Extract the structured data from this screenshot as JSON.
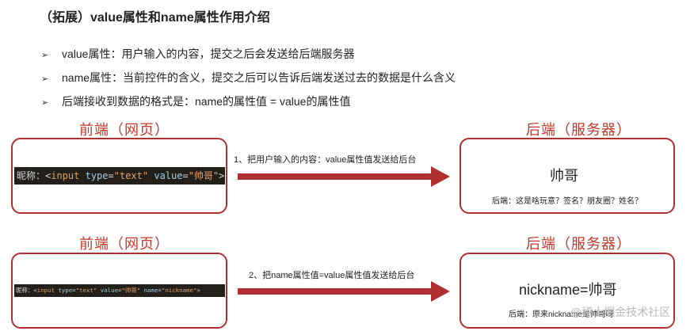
{
  "title": "（拓展）value属性和name属性作用介绍",
  "bullet_marker": "➢",
  "bullets": [
    "value属性：用户输入的内容，提交之后会发送给后端服务器",
    "name属性：当前控件的含义，提交之后可以告诉后端发送过去的数据是什么含义",
    "后端接收到数据的格式是：name的属性值 = value的属性值"
  ],
  "section1": {
    "frontend_heading": "前端（网页）",
    "backend_heading": "后端（服务器）",
    "code": {
      "label": "昵称：",
      "open": "<",
      "tag": "input",
      "attr1": "type",
      "val1": "\"text\"",
      "attr2": "value",
      "val2": "\"帅哥\"",
      "close": ">"
    },
    "arrow_label": "1、把用户输入的内容：value属性值发送给后台",
    "server_main": "帅哥",
    "server_note": "后端：这是啥玩意？签名？朋友圈？姓名？"
  },
  "section2": {
    "frontend_heading": "前端（网页）",
    "backend_heading": "后端（服务器）",
    "code": {
      "label": "昵称：",
      "open": "<",
      "tag": "input",
      "attr1": "type",
      "val1": "\"text\"",
      "attr2": "value",
      "val2": "\"帅哥\"",
      "attr3": "name",
      "val3": "\"nickname\"",
      "close": ">"
    },
    "arrow_label": "2、把name属性值=value属性值发送给后台",
    "server_main": "nickname=帅哥",
    "server_note": "后端：原来nickname是帅哥呀"
  },
  "watermark": "@稀土掘金技术社区",
  "colors": {
    "accent_red": "#b03030",
    "heading_red": "#c0392b",
    "code_bg": "#23201c"
  }
}
